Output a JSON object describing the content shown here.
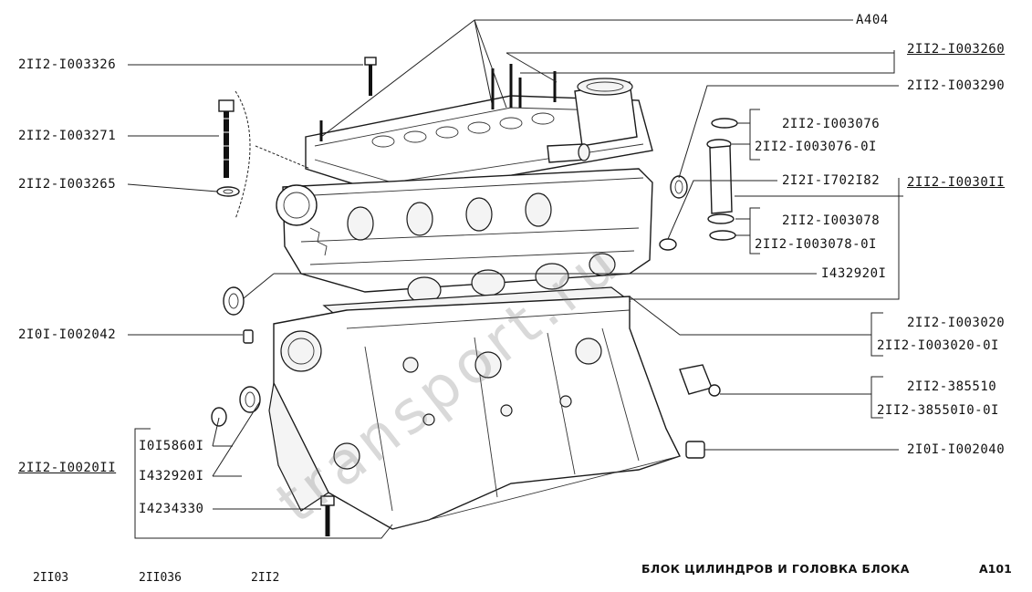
{
  "labels": {
    "a404": "A404",
    "p_003260": "2II2-I003260",
    "p_003326": "2II2-I003326",
    "p_003290": "2II2-I003290",
    "p_003271": "2II2-I003271",
    "p_003076": "2II2-I003076",
    "p_003076_01": "2II2-I003076-0I",
    "p_003265": "2II2-I003265",
    "p_1702182": "2I2I-I702I82",
    "p_003011": "2II2-I00З0II",
    "p_003078": "2II2-I003078",
    "p_003078_01": "2II2-I003078-0I",
    "p_1432920_top": "I432920I",
    "p_003020": "2II2-I003020",
    "p_003020_01": "2II2-I003020-0I",
    "p_002042": "2I0I-I002042",
    "p_385510": "2II2-385510",
    "p_385510_01": "2II2-38550I0-0I",
    "p_002040": "2I0I-I002040",
    "p_0158601": "I0I5860I",
    "p_002011": "2II2-I0020II",
    "p_1432920_bot": "I432920I",
    "p_14234330": "I4234330"
  },
  "footer": {
    "models": [
      "2II03",
      "2II036",
      "2II2"
    ],
    "title": "БЛОК ЦИЛИНДРОВ И ГОЛОВКА БЛОКА",
    "page_id": "A101"
  },
  "watermark": "transport.ru"
}
